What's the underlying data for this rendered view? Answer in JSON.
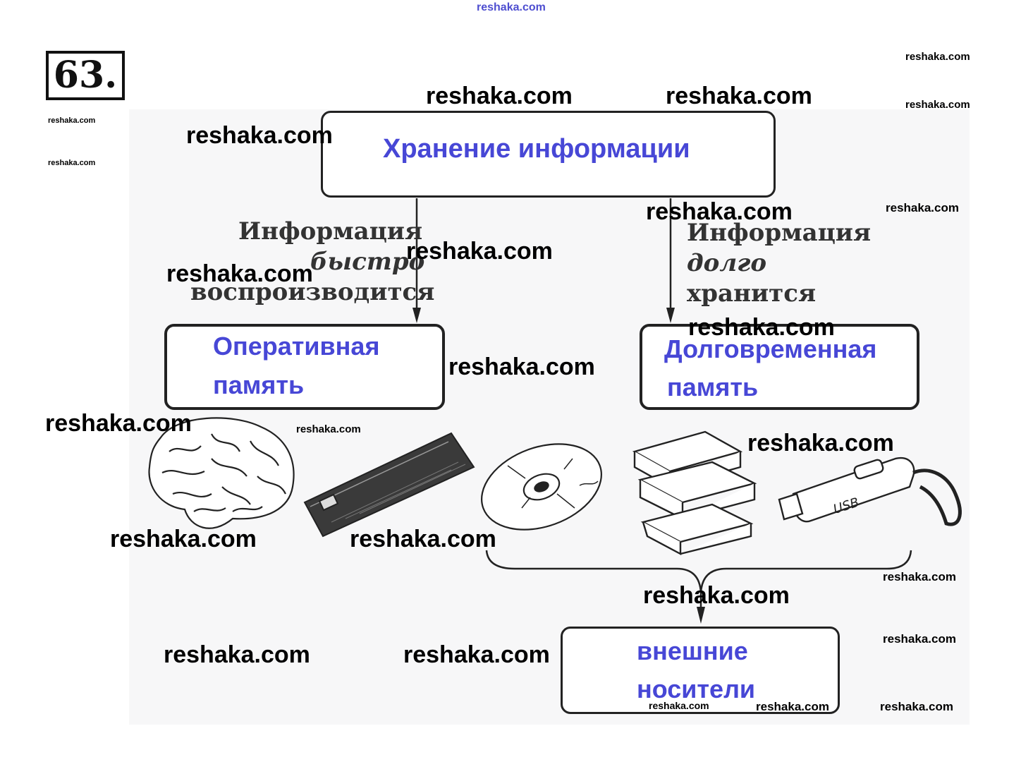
{
  "problem_number": "63.",
  "header_watermark": "reshaka.com",
  "boxes": {
    "main": "Хранение информации",
    "ram_line1": "Оперативная",
    "ram_line2": "память",
    "longterm_line1": "Долговременная",
    "longterm_line2": "память",
    "external_line1": "внешние",
    "external_line2": "носители"
  },
  "left_label": {
    "line1": "Информация",
    "line2": "быстро",
    "line3": "воспроизводится"
  },
  "right_label": {
    "line1": "Информация",
    "line2": "долго",
    "line3": "хранится"
  },
  "illustrations": [
    "brain-icon",
    "ram-module-icon",
    "cd-disc-icon",
    "books-icon",
    "usb-flash-icon"
  ],
  "watermark": "reshaka.com",
  "colors": {
    "title_blue": "#4747d6",
    "border": "#222222"
  }
}
